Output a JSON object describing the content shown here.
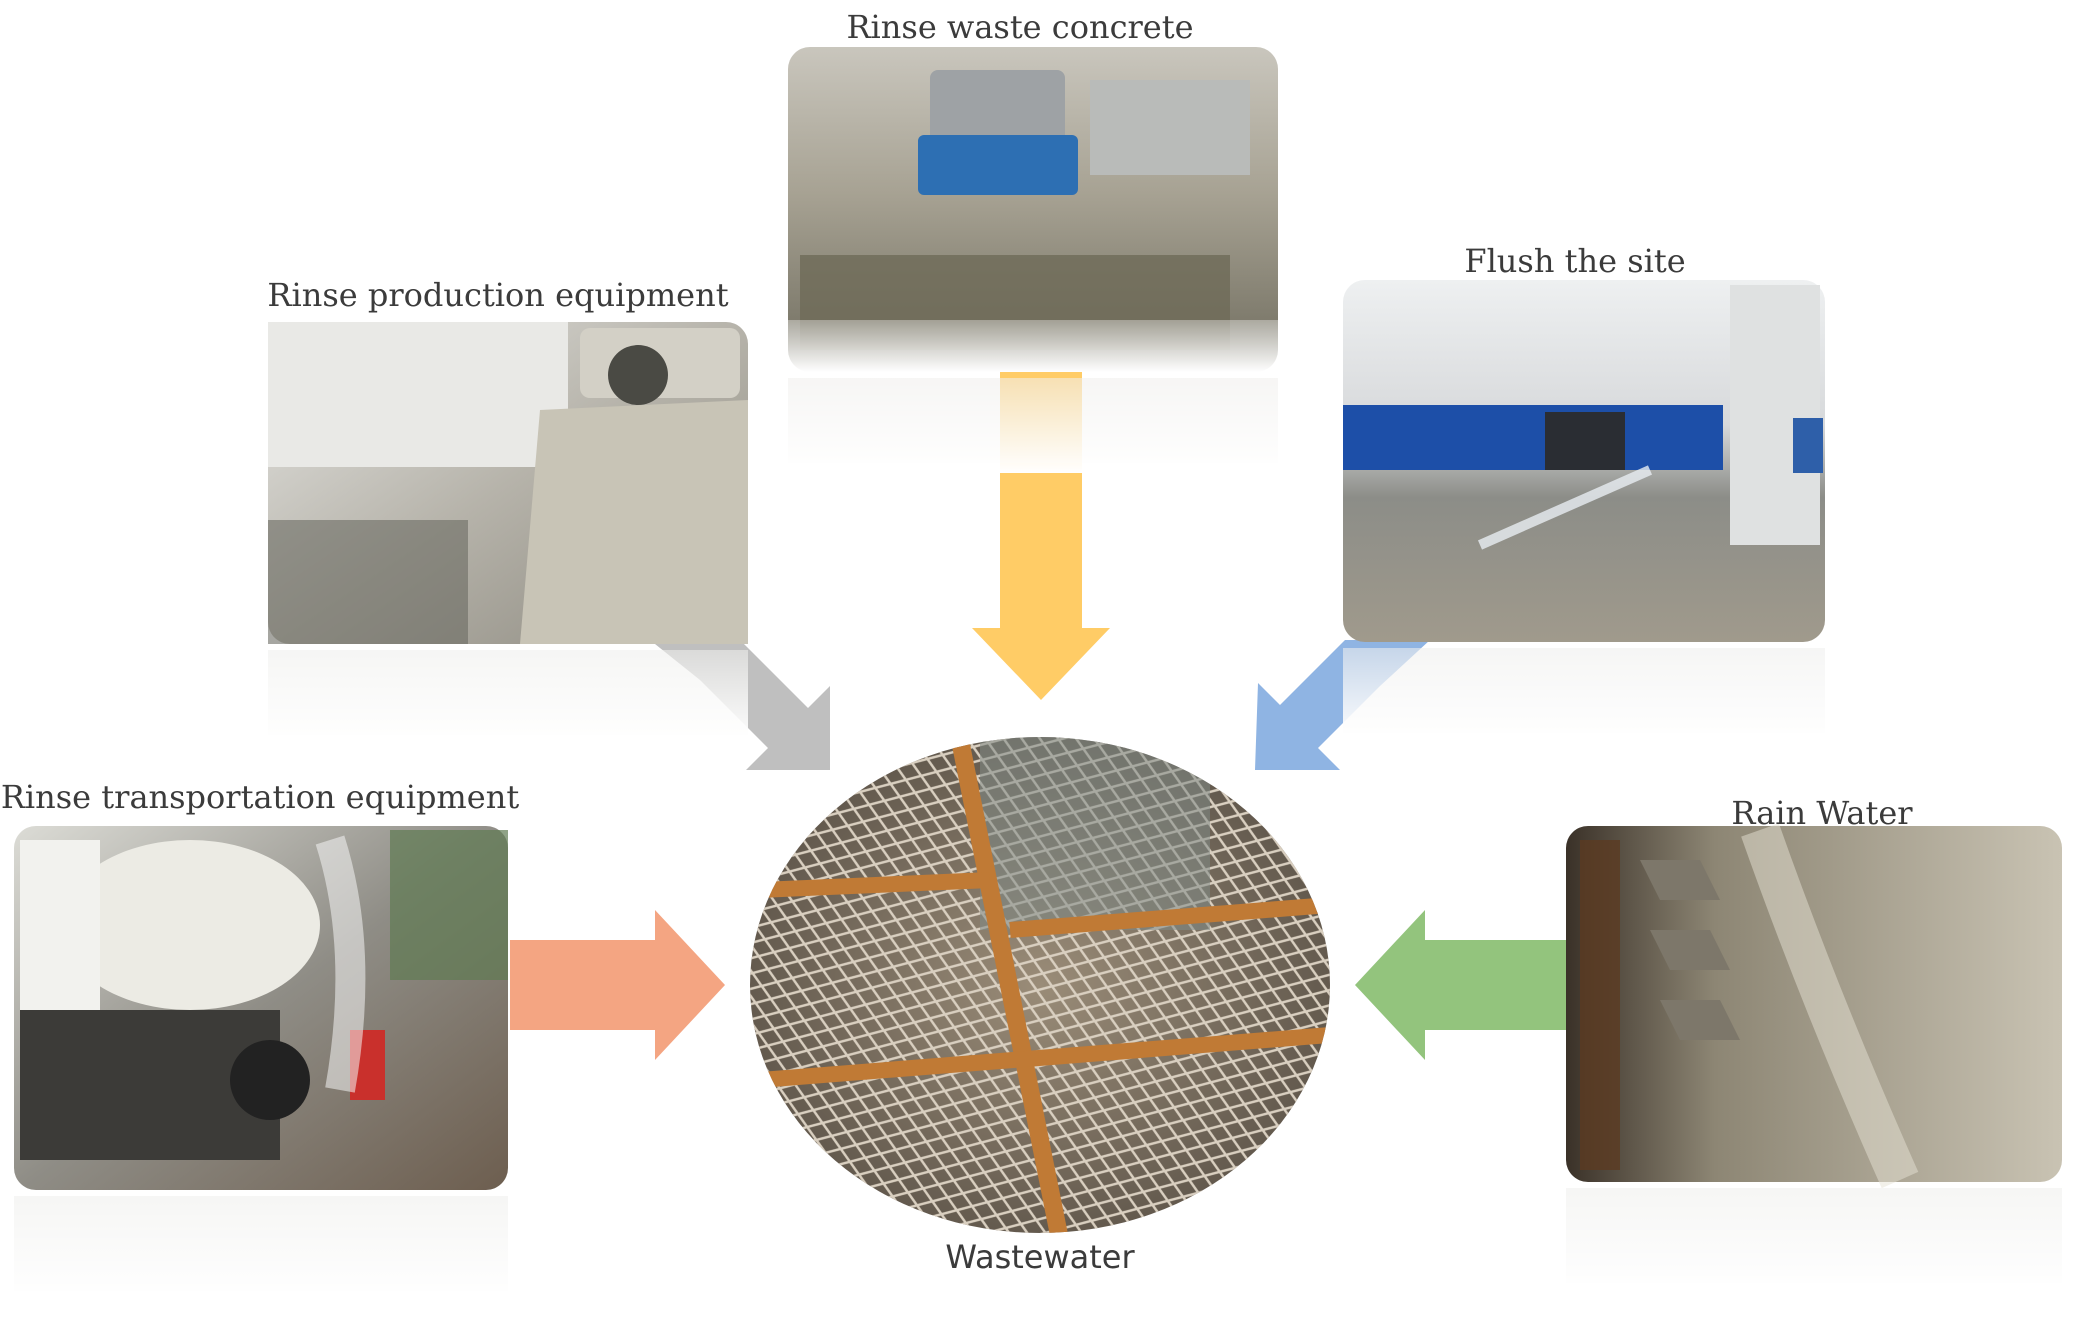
{
  "diagram": {
    "sources": [
      {
        "id": "rinse-waste-concrete",
        "label": "Rinse waste concrete",
        "arrow_color": "#ffcc66"
      },
      {
        "id": "rinse-production-equipment",
        "label": "Rinse production equipment",
        "arrow_color": "#bfbfbf"
      },
      {
        "id": "flush-the-site",
        "label": "Flush the site",
        "arrow_color": "#8fb4e3"
      },
      {
        "id": "rinse-transportation-equipment",
        "label": "Rinse transportation equipment",
        "arrow_color": "#f4a582"
      },
      {
        "id": "rain-water",
        "label": "Rain Water",
        "arrow_color": "#93c47d"
      }
    ],
    "center": {
      "label": "Wastewater"
    }
  }
}
